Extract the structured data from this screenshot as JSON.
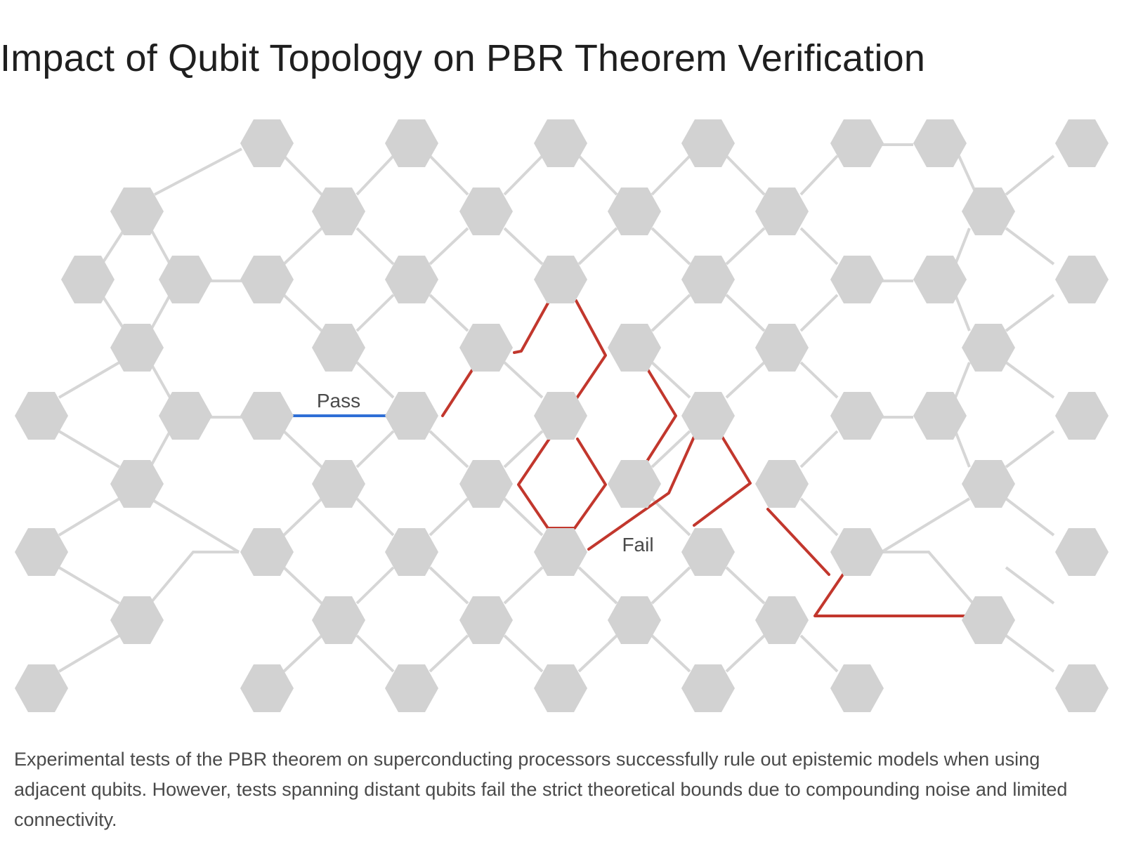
{
  "title": "Impact of Qubit Topology on PBR Theorem Verification",
  "diagram": {
    "pass_label": "Pass",
    "fail_label": "Fail",
    "colors": {
      "qubit": "#d2d2d2",
      "coupler": "#d6d6d6",
      "pass_route": "#2f6fd6",
      "fail_route": "#c2372d"
    }
  },
  "caption": "Experimental tests of the PBR theorem on superconducting processors successfully rule out epistemic models when using adjacent qubits. However, tests spanning distant qubits fail the strict theoretical bounds due to compounding noise and limited connectivity."
}
